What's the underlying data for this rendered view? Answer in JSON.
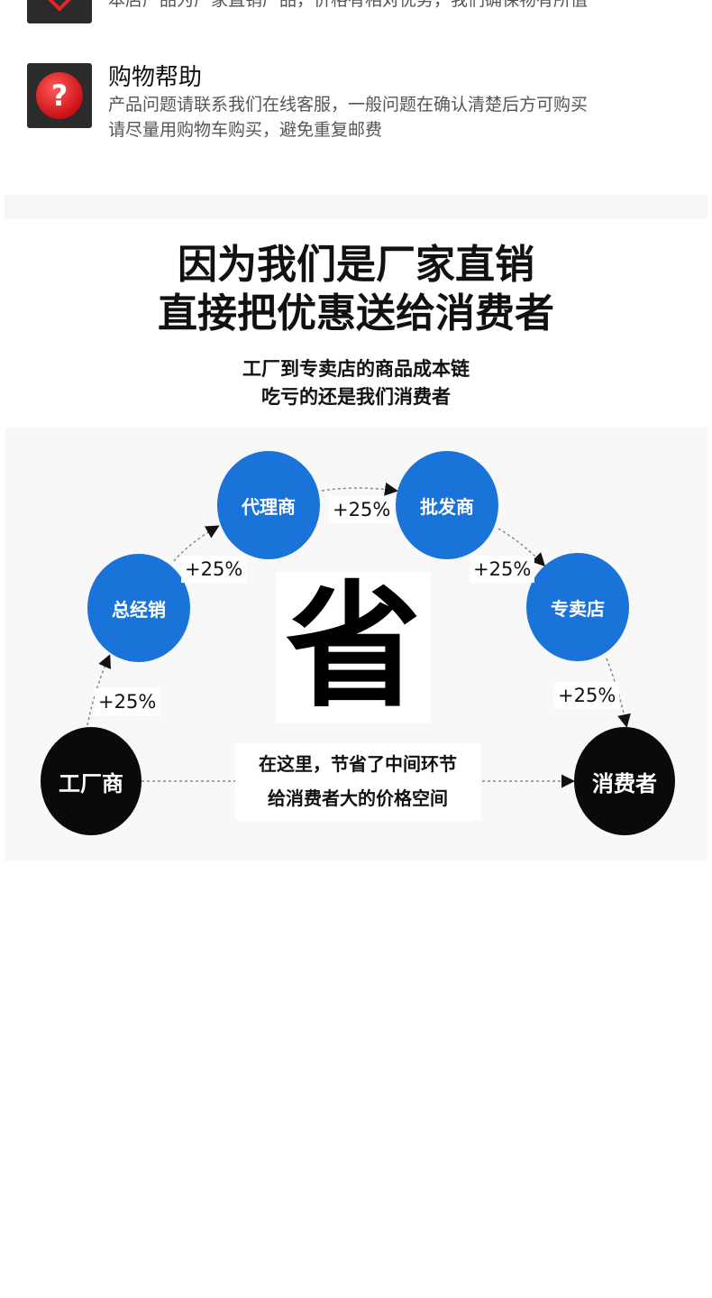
{
  "info_rows": [
    {
      "icon": "heart-icon",
      "title": "",
      "desc_lines": [
        "本店产品为厂家直销产品，价格有相对优势，我们确保物有所值"
      ]
    },
    {
      "icon": "question-icon",
      "title": "购物帮助",
      "desc_lines": [
        "产品问题请联系我们在线客服，一般问题在确认清楚后方可购买",
        "请尽量用购物车购买，避免重复邮费"
      ]
    }
  ],
  "headline": {
    "line1": "因为我们是厂家直销",
    "line2": "直接把优惠送给消费者",
    "sub1": "工厂到专卖店的商品成本链",
    "sub2": "吃亏的还是我们消费者"
  },
  "diagram": {
    "nodes": {
      "factory": "工厂商",
      "general": "总经销",
      "agent": "代理商",
      "wholesale": "批发商",
      "store": "专卖店",
      "consumer": "消费者"
    },
    "markups": [
      "+25%",
      "+25%",
      "+25%",
      "+25%",
      "+25%"
    ],
    "save_char": "省",
    "note_line1": "在这里，节省了中间环节",
    "note_line2": "给消费者大的价格空间",
    "colors": {
      "blue": "#1a73d9",
      "black": "#0a0a0a"
    }
  }
}
